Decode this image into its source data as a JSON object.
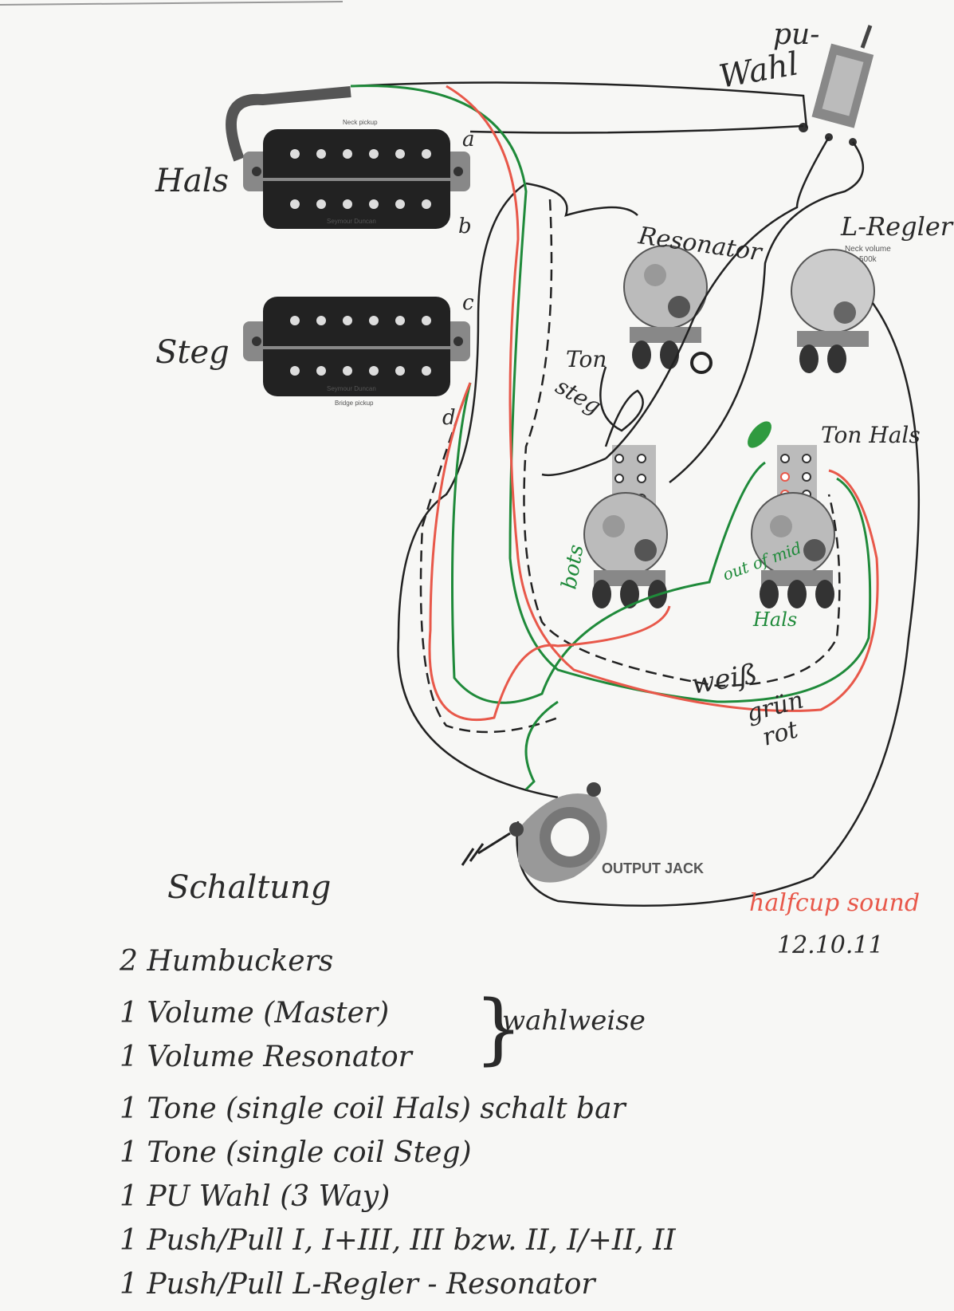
{
  "pickups": {
    "neck_label": "Hals",
    "bridge_label": "Steg",
    "neck_print": "Seymour Duncan",
    "bridge_print": "Seymour Duncan",
    "neck_cap": "Neck pickup",
    "bridge_cap": "Bridge pickup",
    "terminals": [
      "a",
      "b",
      "c",
      "d"
    ]
  },
  "switch": {
    "label_line1": "pu-",
    "label_line2": "Wahl"
  },
  "pots": {
    "resonator": "Resonator",
    "l_regler": "L-Regler",
    "l_regler_print": "Neck volume",
    "l_regler_value": "500k",
    "ton_steg_1": "Ton",
    "ton_steg_2": "steg",
    "ton_hals": "Ton Hals",
    "bots": "bots",
    "out_of_mid": "out of mid",
    "hals_small": "Hals"
  },
  "wires": {
    "weiss": "weiß",
    "gruen": "grün",
    "rot": "rot"
  },
  "jack": {
    "label": "OUTPUT JACK"
  },
  "signature": "halfcup sound",
  "date": "12.10.11",
  "notes": {
    "title": "Schaltung",
    "lines": [
      "2 Humbuckers",
      "1 Volume (Master)",
      "1 Volume Resonator",
      "1 Tone (single coil Hals) schalt bar",
      "1 Tone (single coil Steg)",
      "1 PU Wahl (3 Way)",
      "1 Push/Pull   I, I+III, III bzw. II, I/+II, II",
      "1 Push/Pull   L-Regler - Resonator"
    ],
    "brace_label": "wahlweise"
  },
  "colors": {
    "ink": "#2a2a2a",
    "red": "#e8584a",
    "green": "#1f8a3a",
    "paper": "#f7f7f5"
  }
}
